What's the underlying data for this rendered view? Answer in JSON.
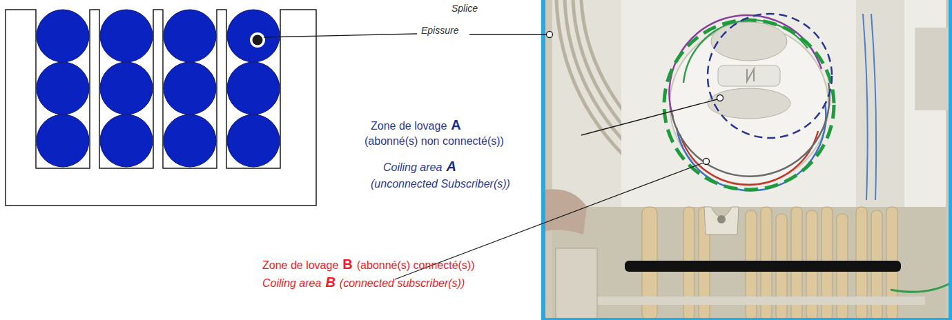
{
  "diagram": {
    "labels": [
      "Splice",
      "Epissure",
      "Zone de lovage",
      "A",
      "(abonné(s) non connecté(s))",
      "Coiling area",
      "A",
      "(unconnected Subscriber(s))",
      "Zone de lovage",
      "B",
      "(abonné(s) connecté(s))",
      "Coiling area",
      "B",
      "(connected subscriber(s))"
    ]
  }
}
